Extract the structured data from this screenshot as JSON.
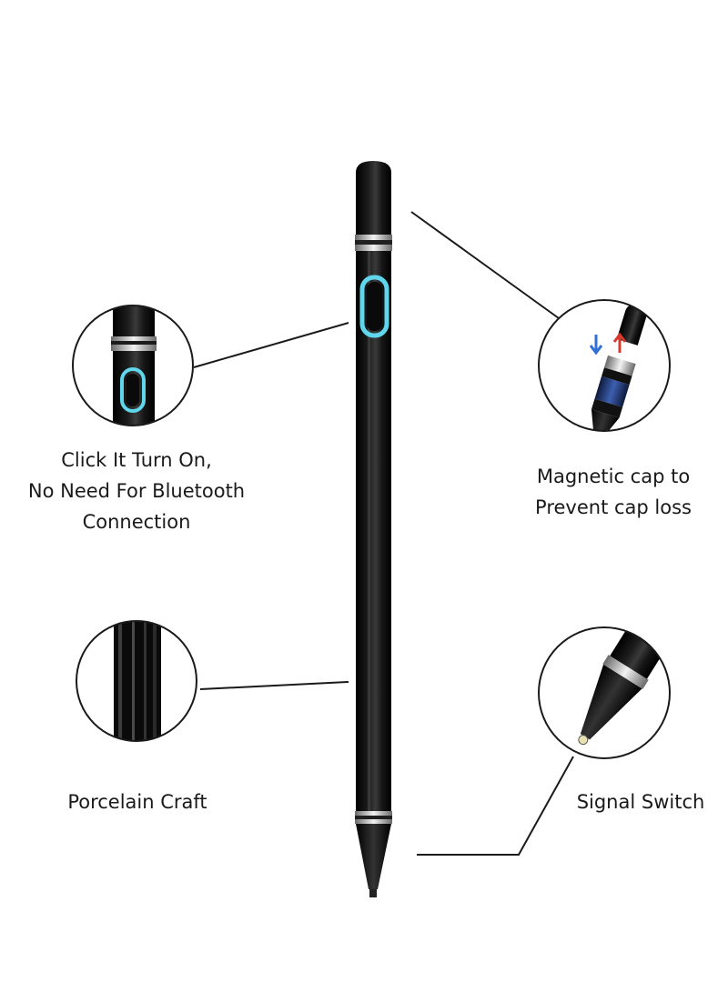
{
  "captions": {
    "button": [
      "Click It Turn On,",
      "No Need For Bluetooth",
      "Connection"
    ],
    "magnet": [
      "Magnetic cap to",
      "Prevent cap loss"
    ],
    "porcelain": "Porcelain Craft",
    "signal": "Signal Switch"
  },
  "colors": {
    "pen_body": "#0b0b0b",
    "button_glow": "#5fd6ec",
    "metal_ring": "#c8c8c8",
    "magnet_arrow_blue": "#2f6fd6",
    "magnet_arrow_red": "#d63a2f",
    "text": "#1a1a1a"
  }
}
